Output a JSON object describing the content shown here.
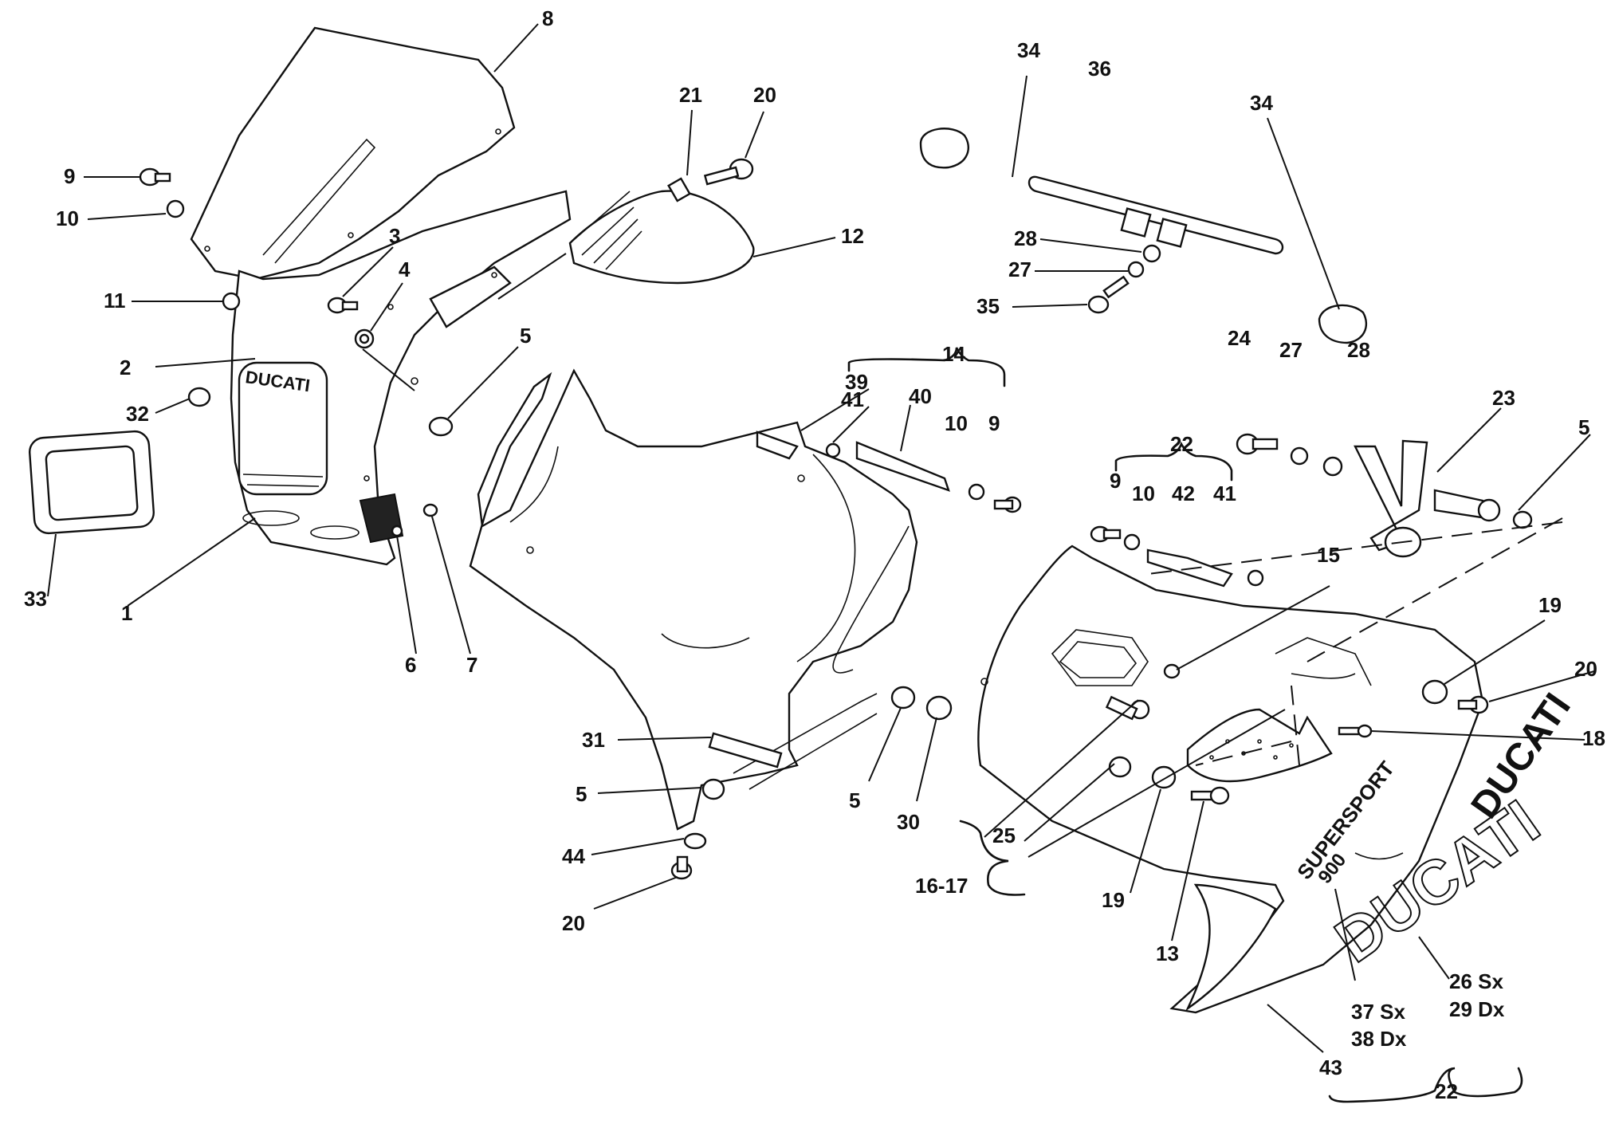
{
  "callouts": {
    "c1": "1",
    "c2": "2",
    "c3": "3",
    "c4": "4",
    "c5a": "5",
    "c5b": "5",
    "c5c": "5",
    "c5d": "5",
    "c6": "6",
    "c7": "7",
    "c8": "8",
    "c9a": "9",
    "c9b": "9",
    "c9c": "9",
    "c10a": "10",
    "c10b": "10",
    "c10c": "10",
    "c11": "11",
    "c12": "12",
    "c13": "13",
    "c14": "14",
    "c15": "15",
    "c1617": "16-17",
    "c18": "18",
    "c19a": "19",
    "c19b": "19",
    "c20a": "20",
    "c20b": "20",
    "c20c": "20",
    "c21": "21",
    "c22a": "22",
    "c22b": "22",
    "c23": "23",
    "c24": "24",
    "c25": "25",
    "c26": "26 Sx",
    "c29": "29 Dx",
    "c27a": "27",
    "c27b": "27",
    "c28a": "28",
    "c28b": "28",
    "c30": "30",
    "c31": "31",
    "c32": "32",
    "c33": "33",
    "c34a": "34",
    "c34b": "34",
    "c35": "35",
    "c36": "36",
    "c37": "37 Sx",
    "c38": "38 Dx",
    "c39": "39",
    "c40": "40",
    "c41a": "41",
    "c41b": "41",
    "c42": "42",
    "c43": "43",
    "c44": "44"
  },
  "decals": {
    "nose_logo": "DUCATI",
    "side_logo": "DUCATI",
    "fairing_logo": "DUCATI",
    "model_stripe": "SUPERSPORT",
    "model_number": "900"
  }
}
